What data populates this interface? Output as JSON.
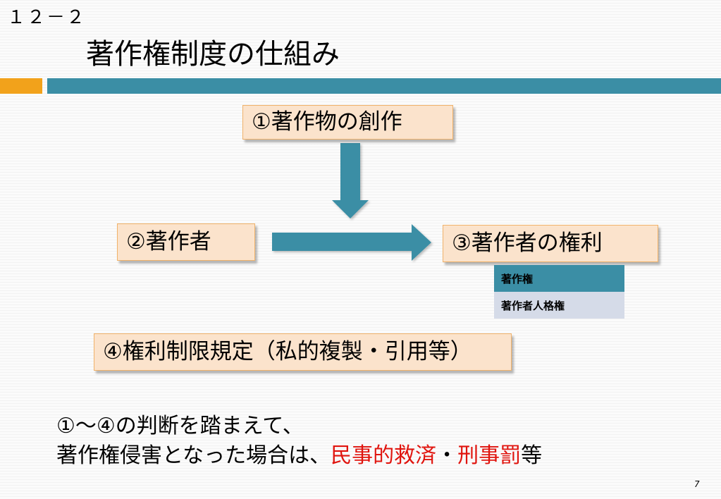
{
  "slide_label": "１２－２",
  "title": "著作権制度の仕組み",
  "colors": {
    "accent_orange": "#f2a21b",
    "accent_teal": "#3b8ea5",
    "box_fill": "#fbe3cc",
    "box_border": "#f0b26a",
    "highlight_red": "#e0140e",
    "table_subrow": "#d5dbe8"
  },
  "boxes": {
    "creation": "①著作物の創作",
    "author": "②著作者",
    "author_rights": "③著作者の権利",
    "limitations": "④権利制限規定（私的複製・引用等）"
  },
  "rights_table": {
    "rows": [
      "著作権",
      "著作者人格権"
    ]
  },
  "conclusion": {
    "line1": "①～④の判断を踏まえて、",
    "line2_prefix": "著作権侵害となった場合は、",
    "civil_remedy": "民事的救済",
    "separator": "・",
    "criminal_penalty": "刑事罰",
    "suffix": "等"
  },
  "page_number": "7"
}
